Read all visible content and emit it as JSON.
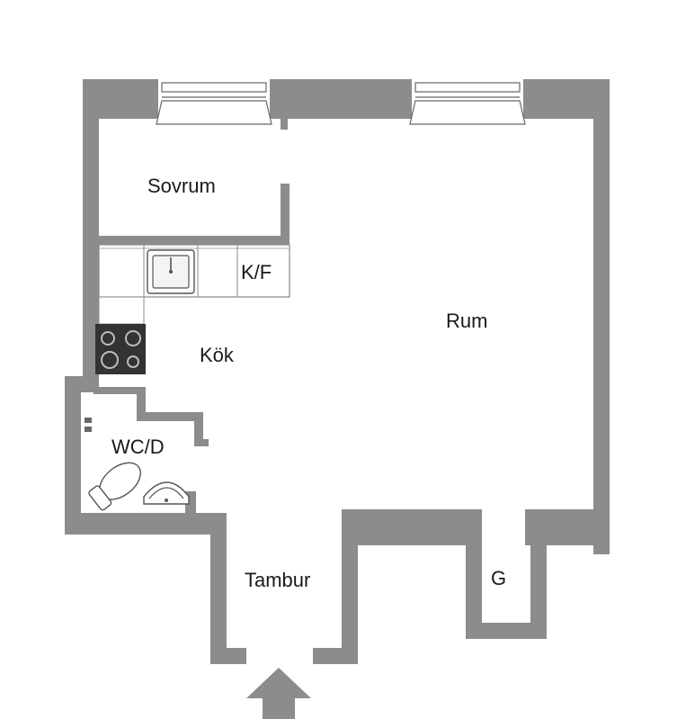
{
  "plan": {
    "rooms": [
      {
        "key": "sovrum",
        "label": "Sovrum"
      },
      {
        "key": "kf",
        "label": "K/F"
      },
      {
        "key": "rum",
        "label": "Rum"
      },
      {
        "key": "kok",
        "label": "Kök"
      },
      {
        "key": "wcd",
        "label": "WC/D"
      },
      {
        "key": "tambur",
        "label": "Tambur"
      },
      {
        "key": "g",
        "label": "G"
      }
    ]
  },
  "colors": {
    "wall": "#8c8c8c",
    "entrance_arrow": "#8c8c8c",
    "stove": "#333333"
  },
  "icons": [
    "entrance-arrow-icon",
    "sink-icon",
    "stove-icon",
    "toilet-icon",
    "washbasin-icon",
    "window-icon"
  ]
}
